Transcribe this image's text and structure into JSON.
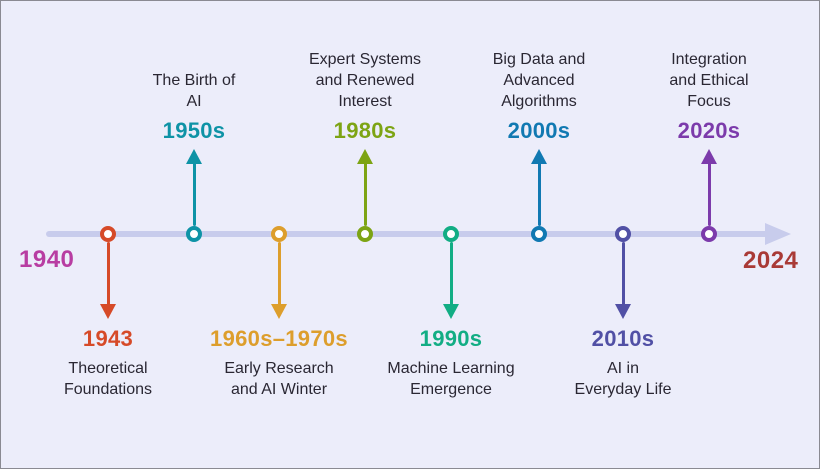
{
  "timeline": {
    "start_label": "1940",
    "end_label": "2024",
    "start_color": "#B83DA2",
    "end_color": "#A93A36",
    "axis_color": "#C8CCEC",
    "background_color": "#ECEDFA",
    "title_text_color": "#2A2733"
  },
  "events": [
    {
      "decade": "1943",
      "title": "Theoretical\nFoundations",
      "color": "#D64A28",
      "direction": "down"
    },
    {
      "decade": "1950s",
      "title": "The Birth of\nAI",
      "color": "#0E93A6",
      "direction": "up"
    },
    {
      "decade": "1960s–1970s",
      "title": "Early Research\nand AI Winter",
      "color": "#DD9E2C",
      "direction": "down"
    },
    {
      "decade": "1980s",
      "title": "Expert Systems\nand Renewed\nInterest",
      "color": "#7DA414",
      "direction": "up"
    },
    {
      "decade": "1990s",
      "title": "Machine Learning\nEmergence",
      "color": "#12AD84",
      "direction": "down"
    },
    {
      "decade": "2000s",
      "title": "Big Data and\nAdvanced\nAlgorithms",
      "color": "#1179B2",
      "direction": "up"
    },
    {
      "decade": "2010s",
      "title": "AI in\nEveryday Life",
      "color": "#5150A5",
      "direction": "down"
    },
    {
      "decade": "2020s",
      "title": "Integration\nand Ethical\nFocus",
      "color": "#7C3BAB",
      "direction": "up"
    }
  ]
}
